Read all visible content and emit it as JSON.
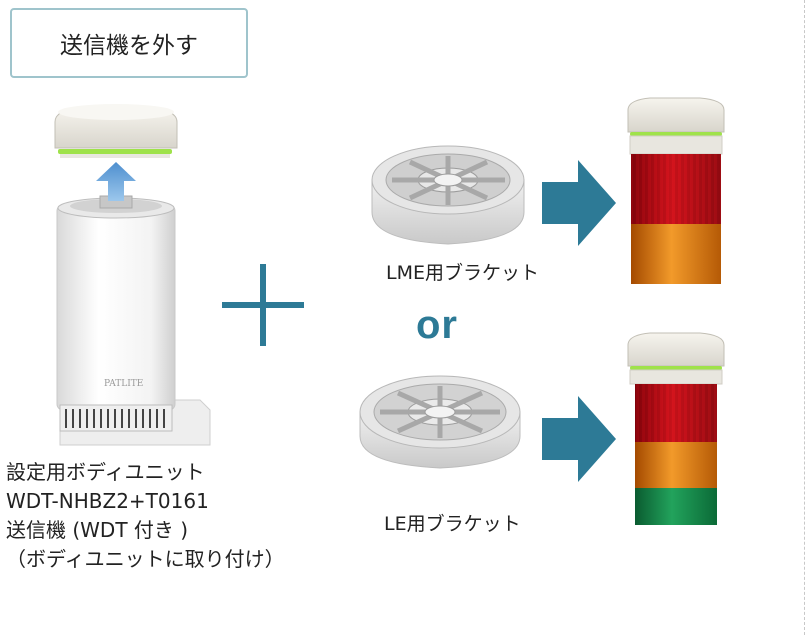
{
  "title_box": {
    "label": "送信機を外す"
  },
  "brackets": {
    "lme_label": "LME用ブラケット",
    "le_label": "LE用ブラケット"
  },
  "or_label": "or",
  "description": {
    "line1": "設定用ボディユニット",
    "line2": "WDT-NHBZ2+T0161",
    "line3": "送信機 (WDT 付き )",
    "line4": "（ボディユニットに取り付け）"
  },
  "body_brand_text": "PATLITE",
  "colors": {
    "accent": "#2d7a96",
    "frame_border": "#9fc4cc",
    "lens_red": "#c8101a",
    "lens_amber": "#e8851a",
    "lens_green": "#1e9a55",
    "ring_green": "#9fe24a"
  },
  "icons": {
    "plus": "plus-icon",
    "up_arrow": "up-arrow-icon",
    "right_arrow": "right-arrow-icon"
  }
}
